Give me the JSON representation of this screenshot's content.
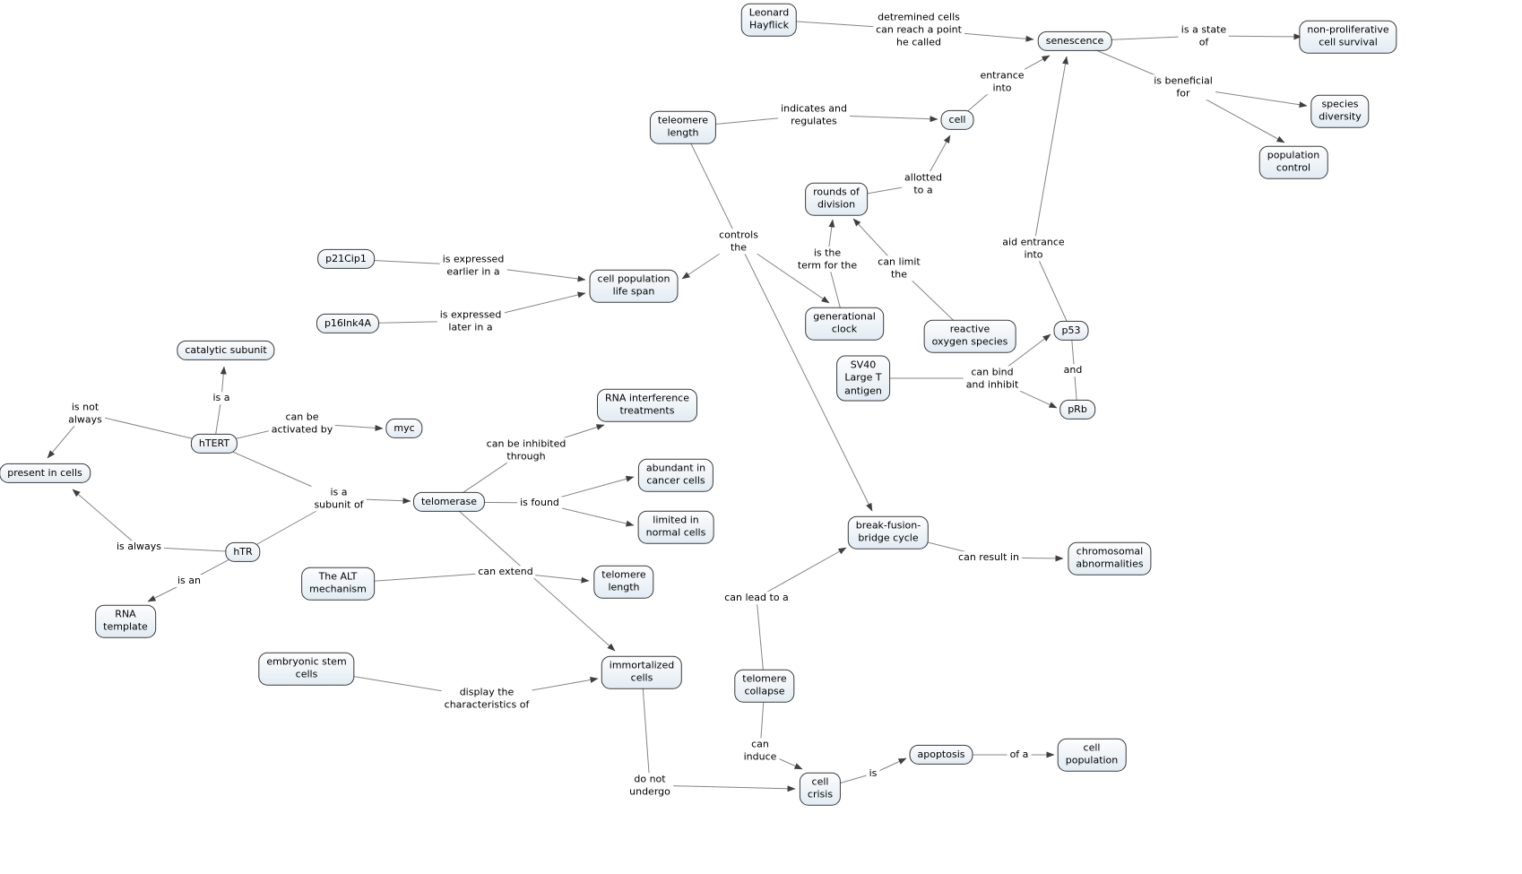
{
  "style": {
    "background": "#ffffff",
    "node_fill_top": "#fcfdfe",
    "node_fill_bottom": "#e2ecf3",
    "node_border": "#3a3a3a",
    "edge_line": "#848484",
    "arrow": "#3f3f3f",
    "text": "#000000"
  },
  "nodes": [
    {
      "id": "leonard-hayflick",
      "label": "Leonard\nHayflick"
    },
    {
      "id": "senescence",
      "label": "senescence"
    },
    {
      "id": "non-proliferative-cell-survival",
      "label": "non-proliferative\ncell survival"
    },
    {
      "id": "species-diversity",
      "label": "species\ndiversity"
    },
    {
      "id": "population-control",
      "label": "population\ncontrol"
    },
    {
      "id": "cell",
      "label": "cell"
    },
    {
      "id": "teleomere-length",
      "label": "teleomere\nlength"
    },
    {
      "id": "rounds-of-division",
      "label": "rounds of\ndivision"
    },
    {
      "id": "generational-clock",
      "label": "generational\nclock"
    },
    {
      "id": "reactive-oxygen-species",
      "label": "reactive\noxygen species"
    },
    {
      "id": "p53",
      "label": "p53"
    },
    {
      "id": "prb",
      "label": "pRb"
    },
    {
      "id": "sv40-large-t-antigen",
      "label": "SV40\nLarge T\nantigen"
    },
    {
      "id": "p21cip1",
      "label": "p21Cip1"
    },
    {
      "id": "p16ink4a",
      "label": "p16Ink4A"
    },
    {
      "id": "cell-population-life-span",
      "label": "cell population\nlife span"
    },
    {
      "id": "catalytic-subunit",
      "label": "catalytic subunit"
    },
    {
      "id": "htert",
      "label": "hTERT"
    },
    {
      "id": "myc",
      "label": "myc"
    },
    {
      "id": "present-in-cells",
      "label": "present in cells"
    },
    {
      "id": "telomerase",
      "label": "telomerase"
    },
    {
      "id": "rna-interference-treatments",
      "label": "RNA interference\ntreatments"
    },
    {
      "id": "abundant-in-cancer-cells",
      "label": "abundant in\ncancer cells"
    },
    {
      "id": "limited-in-normal-cells",
      "label": "limited in\nnormal cells"
    },
    {
      "id": "htr",
      "label": "hTR"
    },
    {
      "id": "rna-template",
      "label": "RNA\ntemplate"
    },
    {
      "id": "the-alt-mechanism",
      "label": "The ALT\nmechanism"
    },
    {
      "id": "telomere-length",
      "label": "telomere\nlength"
    },
    {
      "id": "embryonic-stem-cells",
      "label": "embryonic stem\ncells"
    },
    {
      "id": "immortalized-cells",
      "label": "immortalized\ncells"
    },
    {
      "id": "break-fusion-bridge-cycle",
      "label": "break-fusion-\nbridge cycle"
    },
    {
      "id": "chromosomal-abnormalities",
      "label": "chromosomal\nabnormalities"
    },
    {
      "id": "telomere-collapse",
      "label": "telomere\ncollapse"
    },
    {
      "id": "cell-crisis",
      "label": "cell\ncrisis"
    },
    {
      "id": "apoptosis",
      "label": "apoptosis"
    },
    {
      "id": "cell-population",
      "label": "cell\npopulation"
    }
  ],
  "edge_labels": [
    {
      "id": "determined-cells",
      "text": "detremined cells\ncan reach a point\nhe called"
    },
    {
      "id": "is-a-state-of",
      "text": "is a state\nof"
    },
    {
      "id": "is-beneficial-for",
      "text": "is beneficial\nfor"
    },
    {
      "id": "entrance-into",
      "text": "entrance\ninto"
    },
    {
      "id": "indicates-and-regulates",
      "text": "indicates and\nregulates"
    },
    {
      "id": "allotted-to-a",
      "text": "allotted\nto a"
    },
    {
      "id": "controls-the",
      "text": "controls\nthe"
    },
    {
      "id": "is-the-term-for-the",
      "text": "is the\nterm for the"
    },
    {
      "id": "can-limit-the",
      "text": "can limit\nthe"
    },
    {
      "id": "aid-entrance-into",
      "text": "aid entrance\ninto"
    },
    {
      "id": "and",
      "text": "and"
    },
    {
      "id": "can-bind-and-inhibit",
      "text": "can bind\nand inhibit"
    },
    {
      "id": "is-expressed-earlier-in-a",
      "text": "is expressed\nearlier in a"
    },
    {
      "id": "is-expressed-later-in-a",
      "text": "is expressed\nlater in a"
    },
    {
      "id": "is-a",
      "text": "is a"
    },
    {
      "id": "can-be-activated-by",
      "text": "can be\nactivated by"
    },
    {
      "id": "is-not-always",
      "text": "is not\nalways"
    },
    {
      "id": "is-a-subunit-of",
      "text": "is a\nsubunit of"
    },
    {
      "id": "can-be-inhibited-through",
      "text": "can be inhibited\nthrough"
    },
    {
      "id": "is-found",
      "text": "is found"
    },
    {
      "id": "is-always",
      "text": "is always"
    },
    {
      "id": "is-an",
      "text": "is an"
    },
    {
      "id": "can-extend",
      "text": "can extend"
    },
    {
      "id": "display-the-characteristics-of",
      "text": "display the\ncharacteristics of"
    },
    {
      "id": "can-lead-to-a",
      "text": "can lead to a"
    },
    {
      "id": "can-result-in",
      "text": "can result in"
    },
    {
      "id": "do-not-undergo",
      "text": "do not\nundergo"
    },
    {
      "id": "can-induce",
      "text": "can\ninduce"
    },
    {
      "id": "is",
      "text": "is"
    },
    {
      "id": "of-a",
      "text": "of a"
    }
  ],
  "propositions": [
    {
      "from": "Leonard Hayflick",
      "label": "detremined cells can reach a point he called",
      "to": "senescence"
    },
    {
      "from": "senescence",
      "label": "is a state of",
      "to": "non-proliferative cell survival"
    },
    {
      "from": "senescence",
      "label": "is beneficial for",
      "to": "species diversity"
    },
    {
      "from": "senescence",
      "label": "is beneficial for",
      "to": "population control"
    },
    {
      "from": "cell",
      "label": "entrance into",
      "to": "senescence"
    },
    {
      "from": "teleomere length",
      "label": "indicates and regulates",
      "to": "cell"
    },
    {
      "from": "rounds of division",
      "label": "allotted to a",
      "to": "cell"
    },
    {
      "from": "teleomere length",
      "label": "controls the",
      "to": "cell population life span"
    },
    {
      "from": "teleomere length",
      "label": "controls the",
      "to": "generational clock"
    },
    {
      "from": "teleomere length",
      "label": "controls the",
      "to": "break-fusion-bridge cycle"
    },
    {
      "from": "generational clock",
      "label": "is the term for the",
      "to": "rounds of division"
    },
    {
      "from": "reactive oxygen species",
      "label": "can limit the",
      "to": "rounds of division"
    },
    {
      "from": "p53",
      "label": "aid entrance into",
      "to": "senescence"
    },
    {
      "from": "p53",
      "label": "and",
      "to": "pRb"
    },
    {
      "from": "SV40 Large T antigen",
      "label": "can bind and inhibit",
      "to": "p53"
    },
    {
      "from": "SV40 Large T antigen",
      "label": "can bind and inhibit",
      "to": "pRb"
    },
    {
      "from": "p21Cip1",
      "label": "is expressed earlier in a",
      "to": "cell population life span"
    },
    {
      "from": "p16Ink4A",
      "label": "is expressed later in a",
      "to": "cell population life span"
    },
    {
      "from": "hTERT",
      "label": "is a",
      "to": "catalytic subunit"
    },
    {
      "from": "hTERT",
      "label": "can be activated by",
      "to": "myc"
    },
    {
      "from": "hTERT",
      "label": "is not always",
      "to": "present in cells"
    },
    {
      "from": "hTERT",
      "label": "is a subunit of",
      "to": "telomerase"
    },
    {
      "from": "hTR",
      "label": "is a subunit of",
      "to": "telomerase"
    },
    {
      "from": "hTR",
      "label": "is always",
      "to": "present in cells"
    },
    {
      "from": "hTR",
      "label": "is an",
      "to": "RNA template"
    },
    {
      "from": "telomerase",
      "label": "can be inhibited through",
      "to": "RNA interference treatments"
    },
    {
      "from": "telomerase",
      "label": "is found",
      "to": "abundant in cancer cells"
    },
    {
      "from": "telomerase",
      "label": "is found",
      "to": "limited in normal cells"
    },
    {
      "from": "The ALT mechanism",
      "label": "can extend",
      "to": "telomere length"
    },
    {
      "from": "telomerase",
      "label": "",
      "to": "immortalized cells"
    },
    {
      "from": "embryonic stem cells",
      "label": "display the characteristics of",
      "to": "immortalized cells"
    },
    {
      "from": "immortalized cells",
      "label": "do not undergo",
      "to": "cell crisis"
    },
    {
      "from": "telomere collapse",
      "label": "can lead to a",
      "to": "break-fusion-bridge cycle"
    },
    {
      "from": "telomere collapse",
      "label": "can induce",
      "to": "cell crisis"
    },
    {
      "from": "break-fusion-bridge cycle",
      "label": "can result in",
      "to": "chromosomal abnormalities"
    },
    {
      "from": "cell crisis",
      "label": "is",
      "to": "apoptosis"
    },
    {
      "from": "apoptosis",
      "label": "of a",
      "to": "cell population"
    }
  ]
}
